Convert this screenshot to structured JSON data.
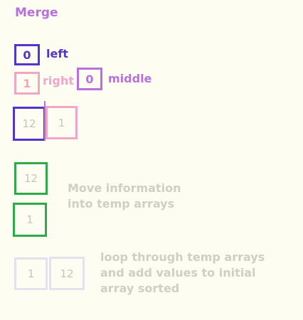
{
  "title": "Merge",
  "pointers": {
    "left": {
      "value": "0",
      "label": "left"
    },
    "right": {
      "value": "1",
      "label": "right"
    },
    "middle": {
      "value": "0",
      "label": "middle"
    }
  },
  "array_cells": [
    "12",
    "1"
  ],
  "temp_cells": [
    "12",
    "1"
  ],
  "result_cells": [
    "1",
    "12"
  ],
  "notes": {
    "move_line1": "Move information",
    "move_line2": "into temp arrays",
    "loop_line1": "loop through temp arrays",
    "loop_line2": "and add values to initial",
    "loop_line3": "array sorted"
  },
  "colors": {
    "left": "#5533cc",
    "right": "#f2a6c6",
    "middle": "#b86fe0",
    "temp": "#2faa4a",
    "result": "#e6e1ee",
    "faded_text": "#cfcfc4"
  }
}
